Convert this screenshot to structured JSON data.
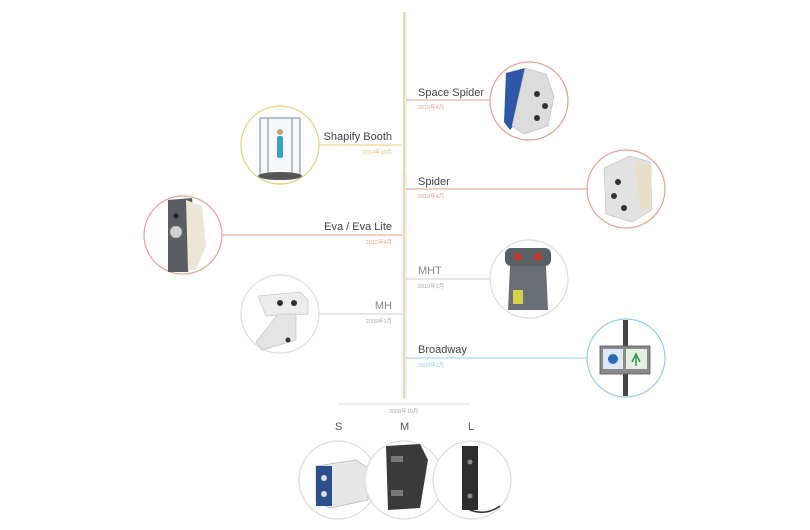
{
  "colors": {
    "trunk": "#d8c27a",
    "spider": "#e6a08c",
    "shapify": "#e6d27a",
    "eva": "#e8a092",
    "mh": "#cccccc",
    "mht": "#cccccc",
    "broadway": "#8fd0e8",
    "base": "#dddddd"
  },
  "timeline": [
    {
      "id": "space-spider",
      "name": "Space Spider",
      "date": "2015年4月",
      "side": "right"
    },
    {
      "id": "shapify-booth",
      "name": "Shapify Booth",
      "date": "2014年10月",
      "side": "left"
    },
    {
      "id": "spider",
      "name": "Spider",
      "date": "2013年4月",
      "side": "right"
    },
    {
      "id": "eva",
      "name": "Eva / Eva Lite",
      "date": "2012年4月",
      "side": "left"
    },
    {
      "id": "mht",
      "name": "MHT",
      "date": "2010年2月",
      "side": "right"
    },
    {
      "id": "mh",
      "name": "MH",
      "date": "2009年1月",
      "side": "left"
    },
    {
      "id": "broadway",
      "name": "Broadway",
      "date": "2009年2月",
      "side": "right"
    }
  ],
  "origin": {
    "date": "2008年10月"
  },
  "sizes": [
    {
      "label": "S",
      "icon": "small-scanner-icon"
    },
    {
      "label": "M",
      "icon": "medium-scanner-icon"
    },
    {
      "label": "L",
      "icon": "large-scanner-icon"
    }
  ]
}
